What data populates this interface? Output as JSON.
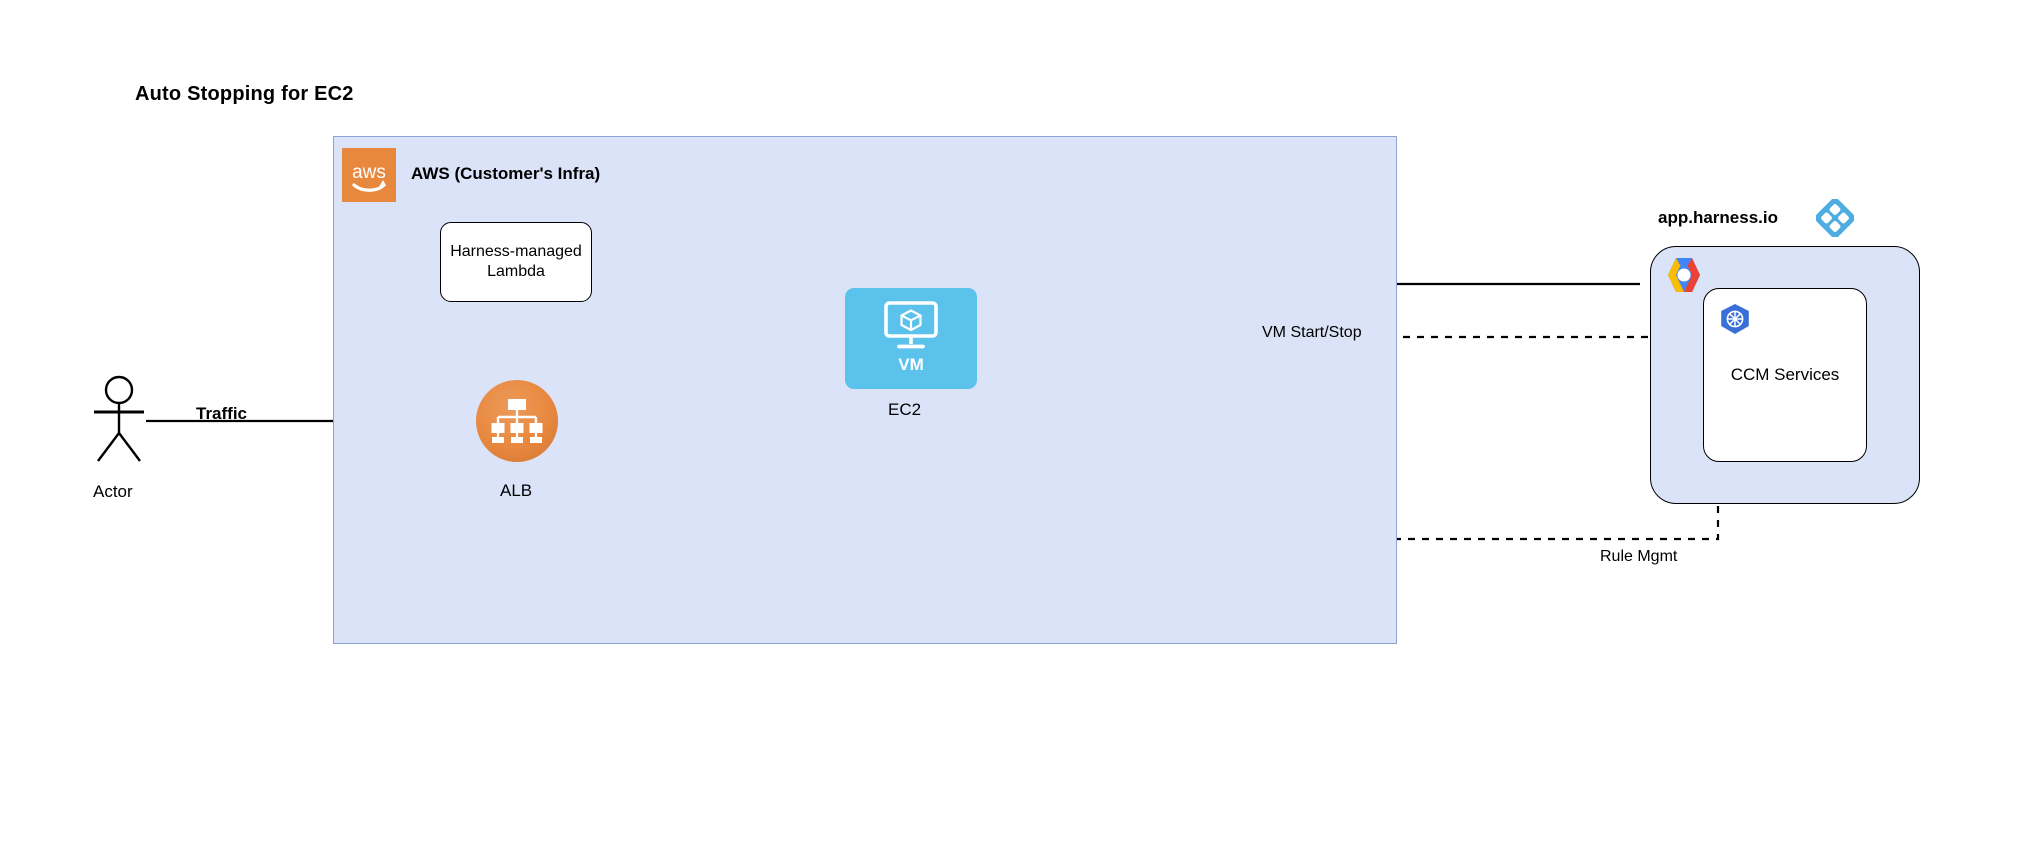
{
  "title": "Auto Stopping for EC2",
  "aws": {
    "label": "AWS (Customer's Infra)",
    "logo_icon": "aws-logo-icon",
    "logo_text": "aws"
  },
  "nodes": {
    "lambda": {
      "label": "Harness-managed Lambda",
      "line1": "Harness-managed",
      "line2": "Lambda"
    },
    "ec2": {
      "caption": "EC2",
      "inner_label": "VM",
      "icon": "vm-monitor-cube-icon",
      "color": "#5BC2EC"
    },
    "alb": {
      "label": "ALB",
      "icon": "load-balancer-tree-icon",
      "color": "#E8883F"
    },
    "actor": {
      "label": "Actor",
      "icon": "stick-figure-icon"
    },
    "harness": {
      "title": "app.harness.io",
      "logo_icon": "harness-diamond-logo-icon",
      "cloud_icon": "gcp-hexagon-icon",
      "service": {
        "label": "CCM Services",
        "icon": "kubernetes-helm-icon"
      }
    }
  },
  "edges": {
    "traffic": {
      "label": "Traffic",
      "from": "Actor",
      "to": "ALB",
      "style": "solid"
    },
    "alb_to_lambda": {
      "label": "",
      "from": "ALB",
      "to": "Harness-managed Lambda",
      "style": "solid"
    },
    "alb_to_ec2": {
      "label": "",
      "from": "ALB",
      "to": "EC2",
      "style": "solid"
    },
    "harness_to_lambda": {
      "label": "",
      "from": "app.harness.io",
      "to": "Harness-managed Lambda",
      "style": "solid"
    },
    "vm_start_stop": {
      "label": "VM Start/Stop",
      "from": "app.harness.io",
      "to": "EC2",
      "style": "dashed"
    },
    "rule_mgmt": {
      "label": "Rule Mgmt",
      "from": "app.harness.io",
      "to": "ALB",
      "style": "dashed"
    }
  },
  "colors": {
    "container_fill": "#DAE3F7",
    "container_border": "#8CA4D4",
    "aws_orange": "#E8883F",
    "vm_blue": "#5BC2EC",
    "harness_blue": "#4DACE0",
    "k8s_blue": "#3A6FD8",
    "stroke": "#000000"
  }
}
